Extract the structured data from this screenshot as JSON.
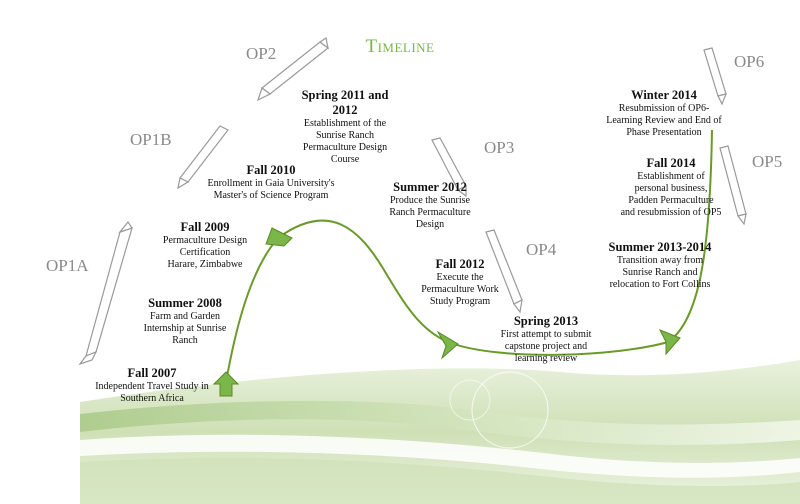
{
  "title": "Timeline",
  "colors": {
    "accent": "#7ab648",
    "line": "#6a9a2a",
    "ribbon": "#999999",
    "label": "#8a8a8a"
  },
  "phases": {
    "op1a": "OP1A",
    "op1b": "OP1B",
    "op2": "OP2",
    "op3": "OP3",
    "op4": "OP4",
    "op5": "OP5",
    "op6": "OP6"
  },
  "events": [
    {
      "heading": "Fall 2007",
      "lines": [
        "Independent Travel Study in",
        "Southern Africa"
      ]
    },
    {
      "heading": "Summer 2008",
      "lines": [
        "Farm and Garden",
        "Internship at Sunrise",
        "Ranch"
      ]
    },
    {
      "heading": "Fall 2009",
      "lines": [
        "Permaculture Design",
        "Certification",
        "Harare, Zimbabwe"
      ]
    },
    {
      "heading": "Fall 2010",
      "lines": [
        "Enrollment in Gaia University's",
        "Master's of Science Program"
      ]
    },
    {
      "heading_lines": [
        "Spring 2011 and",
        "2012"
      ],
      "lines": [
        "Establishment of the",
        "Sunrise Ranch",
        "Permaculture Design",
        "Course"
      ]
    },
    {
      "heading": "Summer 2012",
      "lines": [
        "Produce the Sunrise",
        "Ranch Permaculture",
        "Design"
      ]
    },
    {
      "heading": "Fall 2012",
      "lines": [
        "Execute the",
        "Permaculture Work",
        "Study Program"
      ]
    },
    {
      "heading": "Spring 2013",
      "lines": [
        "First attempt to submit",
        "capstone project and",
        "learning review"
      ]
    },
    {
      "heading": "Summer 2013-2014",
      "lines": [
        "Transition away from",
        "Sunrise Ranch and",
        "relocation to Fort Collins"
      ]
    },
    {
      "heading": "Fall 2014",
      "lines": [
        "Establishment of",
        "personal business,",
        "Padden Permaculture",
        "and resubmission of OP5"
      ]
    },
    {
      "heading": "Winter 2014",
      "lines": [
        "Resubmission of OP6-",
        "Learning Review and End of",
        "Phase Presentation"
      ]
    }
  ]
}
